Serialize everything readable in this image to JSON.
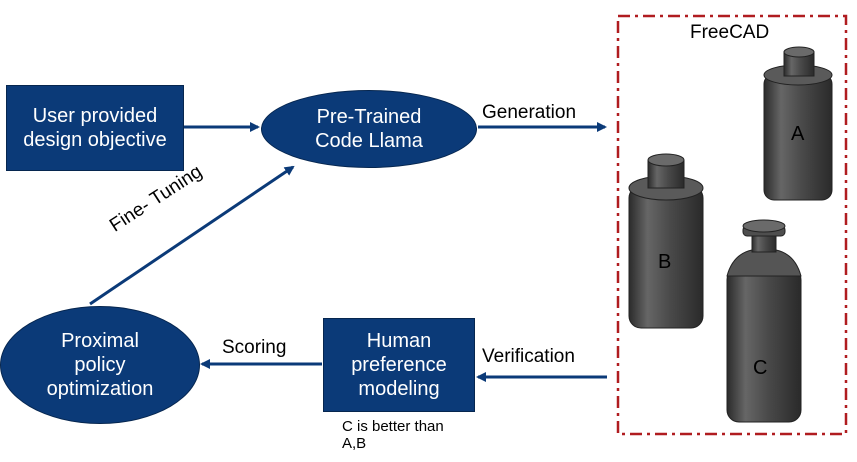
{
  "nodes": {
    "objective": "User provided\ndesign objective",
    "llama": "Pre-Trained\nCode Llama",
    "ppo": "Proximal\npolicy\noptimization",
    "hpm": "Human\npreference\nmodeling"
  },
  "edges": {
    "generation": "Generation",
    "fine_tuning": "Fine- Tuning",
    "scoring": "Scoring",
    "verification": "Verification"
  },
  "freecad": {
    "title": "FreeCAD",
    "models": [
      "A",
      "B",
      "C"
    ]
  },
  "annotation": "C is better than\nA,B",
  "colors": {
    "node_fill": "#0b3a78",
    "arrow": "#0b3a78",
    "frame": "#b01c20"
  }
}
